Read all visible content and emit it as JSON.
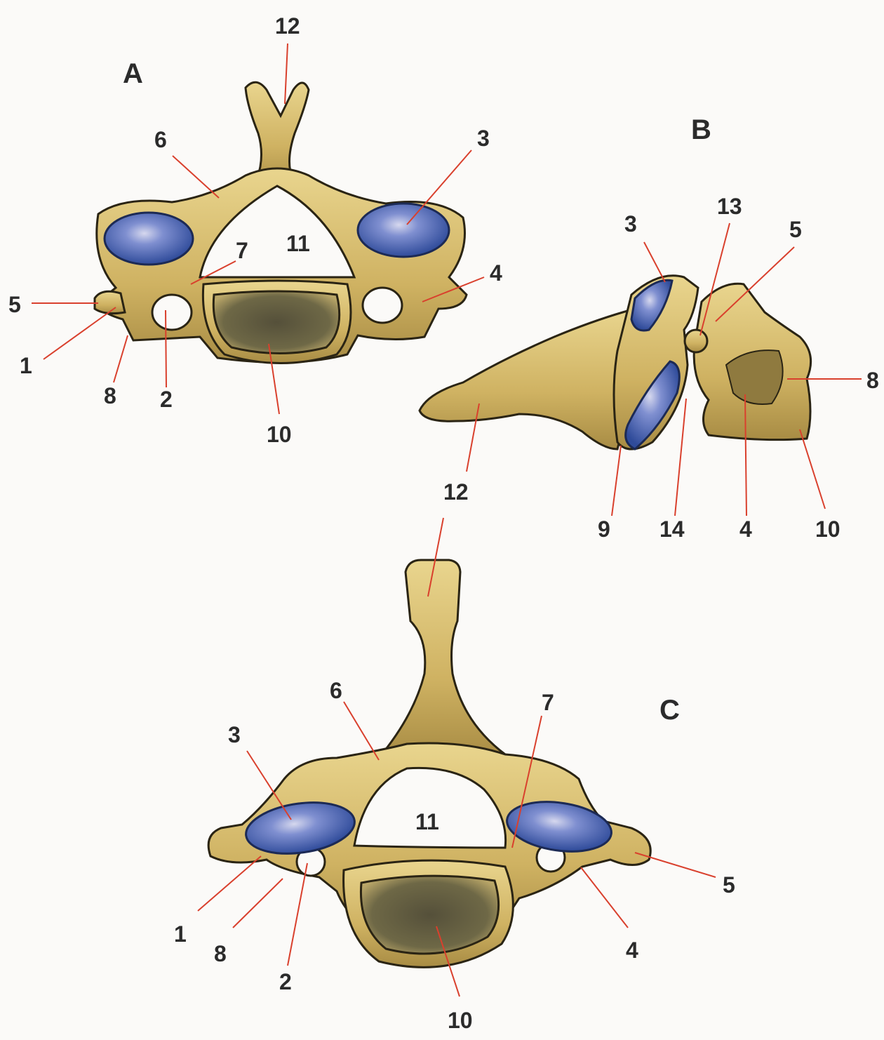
{
  "panels": {
    "A": "A",
    "B": "B",
    "C": "C"
  },
  "view_A": {
    "labels": {
      "l12": "12",
      "l6": "6",
      "l3": "3",
      "l11": "11",
      "l7": "7",
      "l4": "4",
      "l5": "5",
      "l1": "1",
      "l8": "8",
      "l2": "2",
      "l10": "10"
    }
  },
  "view_B": {
    "labels": {
      "l3": "3",
      "l13": "13",
      "l5": "5",
      "l8": "8",
      "l12": "12",
      "l9": "9",
      "l14": "14",
      "l4": "4",
      "l10": "10"
    }
  },
  "view_C": {
    "labels": {
      "l12": "12",
      "l6": "6",
      "l7": "7",
      "l3": "3",
      "l11": "11",
      "l1": "1",
      "l8": "8",
      "l2": "2",
      "l5": "5",
      "l4": "4",
      "l10": "10"
    }
  },
  "colors": {
    "bone": "#d6bb6a",
    "facet": "#3f5fae",
    "leader": "#d9402d",
    "text": "#2b2b2b"
  }
}
